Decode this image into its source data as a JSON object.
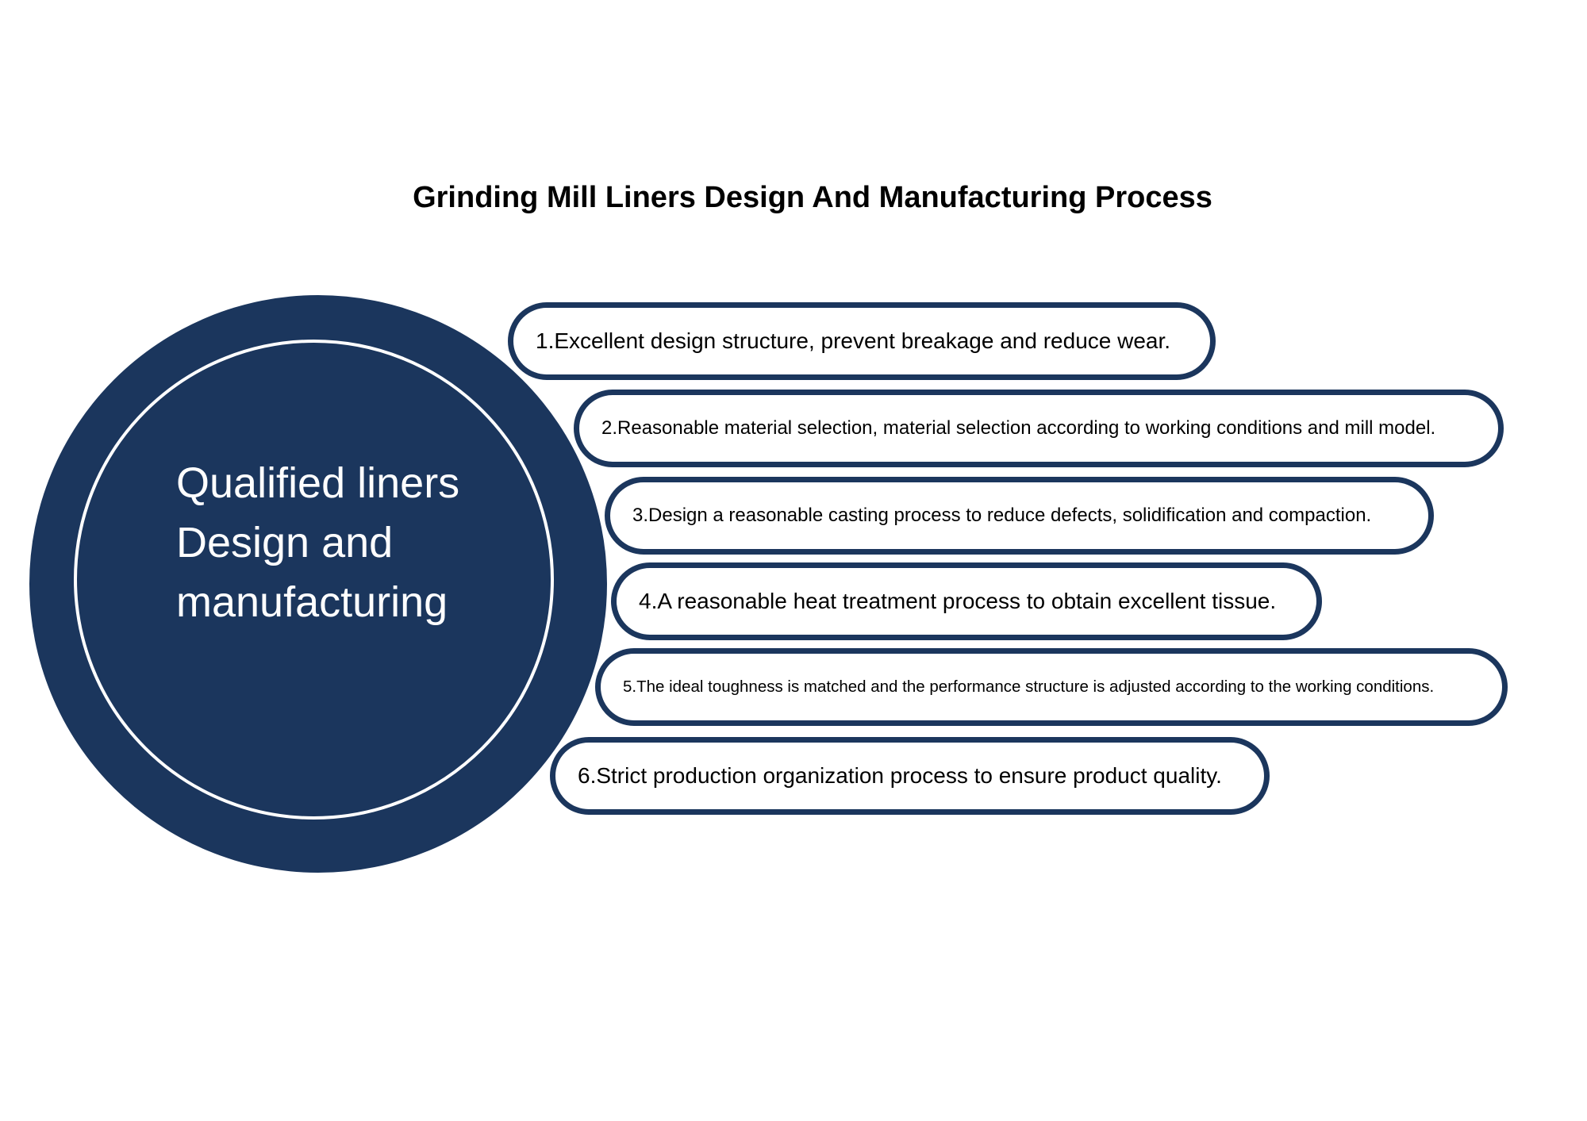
{
  "title": "Grinding Mill Liners Design And Manufacturing Process",
  "center": {
    "lines": [
      "Qualified liners",
      "Design and",
      "manufacturing"
    ]
  },
  "steps": [
    "1.Excellent design structure, prevent breakage and reduce wear.",
    "2.Reasonable material selection, material selection according to working conditions and mill model.",
    "3.Design a reasonable casting process to reduce defects, solidification and compaction.",
    "4.A reasonable heat treatment process to obtain excellent tissue.",
    "5.The ideal toughness is matched and the performance structure is adjusted according to the working conditions.",
    "6.Strict production organization process to ensure product quality."
  ],
  "colors": {
    "primary": "#1b365d",
    "background": "#ffffff",
    "text": "#000000"
  }
}
